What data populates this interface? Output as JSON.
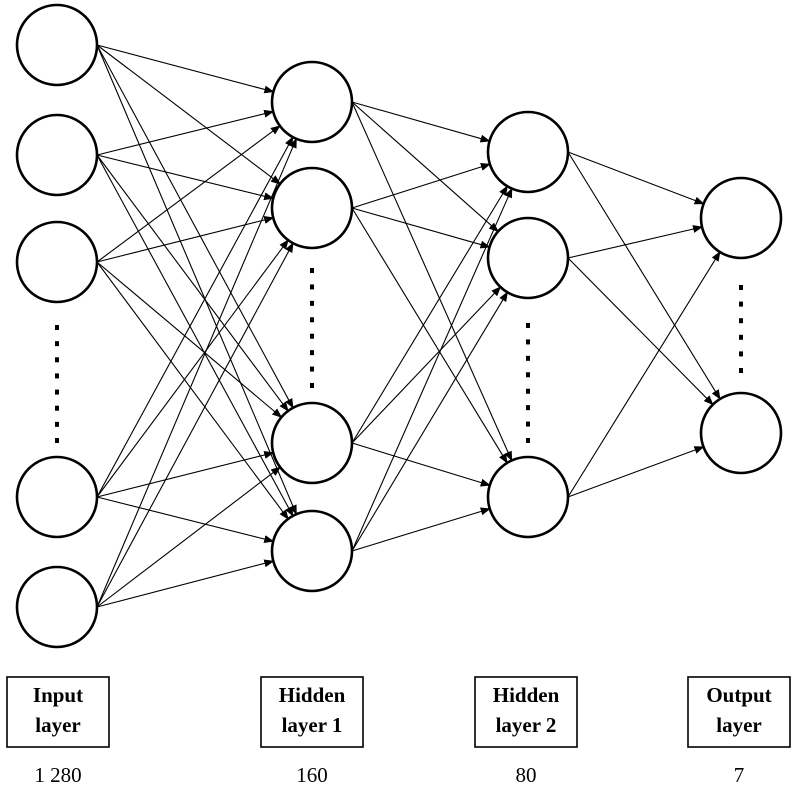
{
  "diagram": {
    "layers": [
      {
        "id": "input",
        "label_line1": "Input",
        "label_line2": "layer",
        "count": "1 280"
      },
      {
        "id": "hidden1",
        "label_line1": "Hidden",
        "label_line2": "layer 1",
        "count": "160"
      },
      {
        "id": "hidden2",
        "label_line1": "Hidden",
        "label_line2": "layer 2",
        "count": "80"
      },
      {
        "id": "output",
        "label_line1": "Output",
        "label_line2": "layer",
        "count": "7"
      }
    ],
    "connectivity": "fully-connected",
    "colors": {
      "stroke": "#000000",
      "fill": "#ffffff"
    }
  }
}
